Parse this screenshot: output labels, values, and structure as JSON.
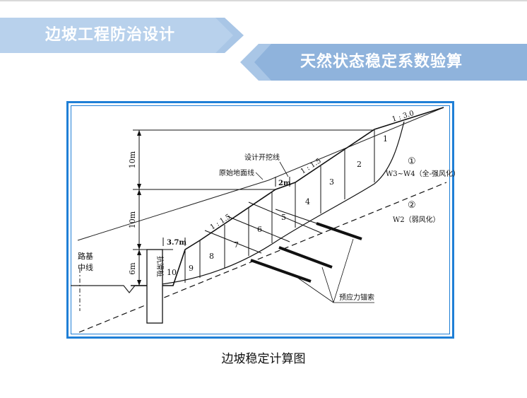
{
  "header": {
    "section_title": "边坡工程防治设计",
    "slide_title": "天然状态稳定系数验算"
  },
  "figure": {
    "caption": "边坡稳定计算图",
    "dimensions": {
      "upper_height": "10m",
      "middle_height": "10m",
      "lower_height": "6m",
      "berm_lower": "3.7m",
      "berm_upper": "2m"
    },
    "slope_ratios": {
      "lower": "1 : 1.5",
      "upper": "1 : 1.5",
      "top": "1 : 3.0"
    },
    "labels": {
      "design_cut_line": "设计开挖线",
      "original_ground_line": "原始地面线",
      "road_center_line": "路基\n中线",
      "road_center_line_1": "路基",
      "road_center_line_2": "中线",
      "anti_slide_pile": "抗滑桩",
      "prestressed_anchor": "预应力锚索"
    },
    "strata": [
      {
        "marker": "①",
        "name": "W3~W4（全-强风化）"
      },
      {
        "marker": "②",
        "name": "W2（弱风化）"
      }
    ],
    "slices": [
      "1",
      "2",
      "3",
      "4",
      "5",
      "6",
      "7",
      "8",
      "9",
      "10"
    ]
  }
}
